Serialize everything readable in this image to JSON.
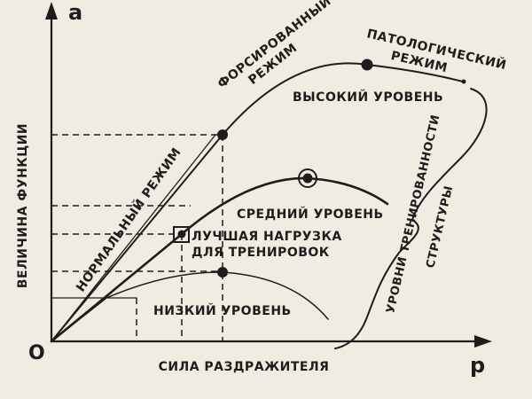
{
  "axes": {
    "y_letter": "a",
    "x_letter": "p",
    "origin_letter": "O",
    "y_title": "ВЕЛИЧИНА ФУНКЦИИ",
    "x_title": "СИЛА РАЗДРАЖИТЕЛЯ"
  },
  "modes": {
    "normal": "НОРМАЛЬНЫЙ РЕЖИМ",
    "forced_line1": "ФОРСИРОВАННЫЙ",
    "forced_line2": "РЕЖИМ",
    "pathological_line1": "ПАТОЛОГИЧЕСКИЙ",
    "pathological_line2": "РЕЖИМ"
  },
  "levels": {
    "high": "ВЫСОКИЙ УРОВЕНЬ",
    "medium": "СРЕДНИЙ УРОВЕНЬ",
    "low": "НИЗКИЙ УРОВЕНЬ"
  },
  "best_load_line1": "ЛУЧШАЯ НАГРУЗКА",
  "best_load_line2": "ДЛЯ ТРЕНИРОВОК",
  "bracket_line1": "УРОВНИ ТРЕНИРОВАННОСТИ",
  "bracket_line2": "СТРУКТУРЫ",
  "colors": {
    "ink": "#1d1d1d",
    "paper": "#f1ece1"
  }
}
